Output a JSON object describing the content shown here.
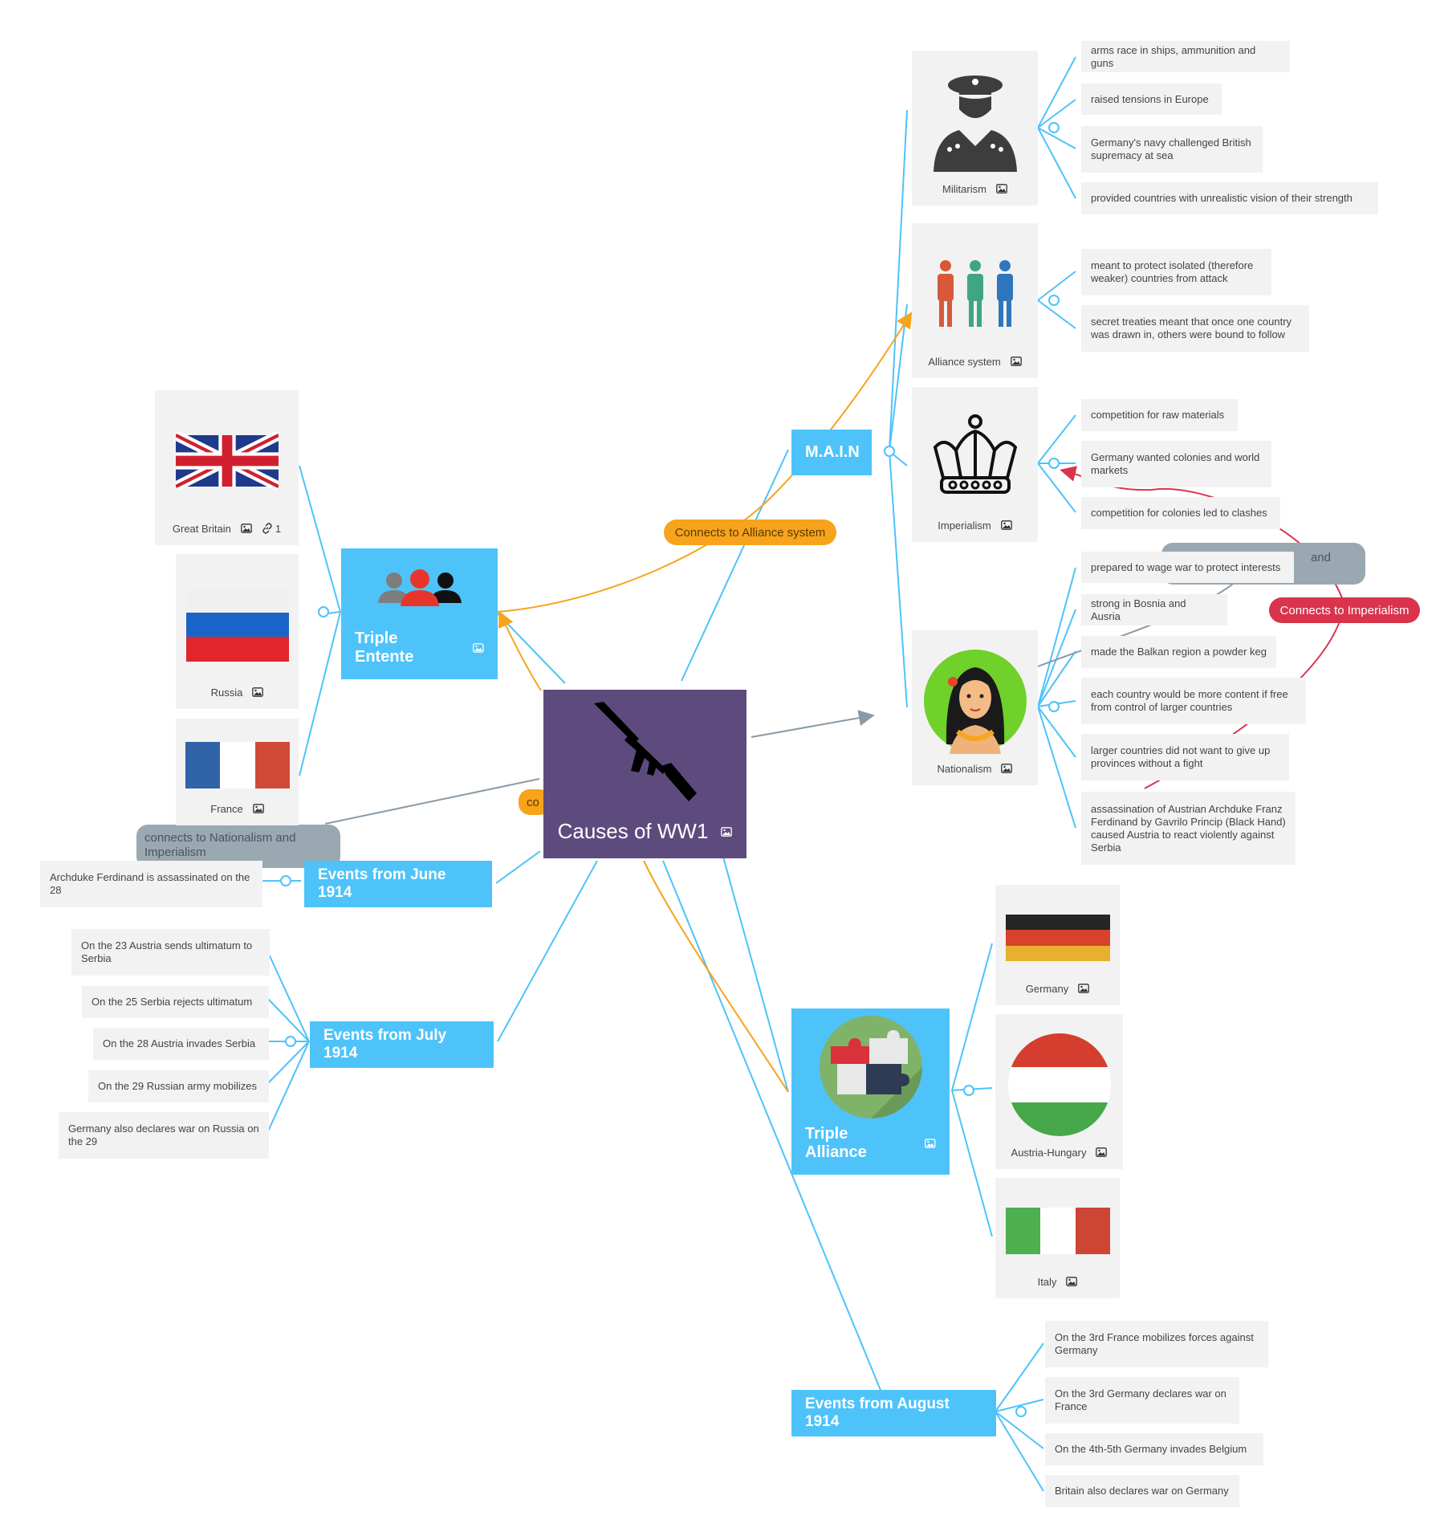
{
  "central": {
    "title": "Causes of WW1"
  },
  "main": {
    "label": "M.A.I.N",
    "cards": [
      {
        "label": "Militarism",
        "icon": "soldier-icon"
      },
      {
        "label": "Alliance system",
        "icon": "people-icon"
      },
      {
        "label": "Imperialism",
        "icon": "crown-icon"
      },
      {
        "label": "Nationalism",
        "icon": "woman-icon"
      }
    ],
    "militarism_points": [
      "arms race in ships, ammunition and guns",
      "raised tensions in Europe",
      "Germany's navy challenged British supremacy at sea",
      "provided countries with unrealistic vision of   their strength"
    ],
    "alliance_points": [
      "meant to protect isolated (therefore weaker) countries from attack",
      "secret treaties meant that once one country was drawn in, others were bound to follow"
    ],
    "imperialism_points": [
      "competition for raw materials",
      "Germany wanted colonies and world markets",
      "competition for colonies led to clashes"
    ],
    "nationalism_points": [
      "prepared to wage war to protect interests",
      "strong in Bosnia and Ausria",
      "made the Balkan region a powder keg",
      "each country would be more content if free from control of larger countries",
      "larger countries did not want to give up provinces without a fight",
      "assassination of Austrian Archduke Franz Ferdinand by Gavrilo Princip (Black Hand) caused Austria to react violently against Serbia"
    ]
  },
  "entente": {
    "label": "Triple Entente",
    "members": [
      {
        "label": "Great Britain",
        "link_count": "1"
      },
      {
        "label": "Russia"
      },
      {
        "label": "France"
      }
    ]
  },
  "alliance": {
    "label": "Triple Alliance",
    "members": [
      {
        "label": "Germany"
      },
      {
        "label": "Austria-Hungary"
      },
      {
        "label": "Italy"
      }
    ]
  },
  "june": {
    "label": "Events from June 1914",
    "points": [
      "Archduke Ferdinand is assassinated on the 28"
    ]
  },
  "july": {
    "label": "Events from July 1914",
    "points": [
      "On the 23 Austria sends ultimatum to Serbia",
      "On the 25 Serbia rejects ultimatum",
      "On the 28 Austria invades Serbia",
      "On the 29 Russian army mobilizes",
      "Germany also declares war on Russia on the 29"
    ]
  },
  "august": {
    "label": "Events from August 1914",
    "points": [
      "On the 3rd France mobilizes forces against Germany",
      "On the 3rd Germany declares war on France",
      "On the 4th-5th Germany invades Belgium",
      "Britain also declares war on Germany"
    ]
  },
  "relations": {
    "alliance_link": "Connects to Alliance system",
    "imperialism_link": "Connects to Imperialism",
    "nat_imp_link": "connects to Nationalism and Imperialism",
    "hidden_partial": "and",
    "central_partial": "co"
  },
  "colors": {
    "topic": "#4dc3fa",
    "central": "#5e4b7e",
    "leaf": "#f2f2f2",
    "link_blue": "#4dc3fa",
    "link_orange": "#f7a31c",
    "link_red": "#d9344c",
    "link_gray": "#8a9aa6"
  }
}
